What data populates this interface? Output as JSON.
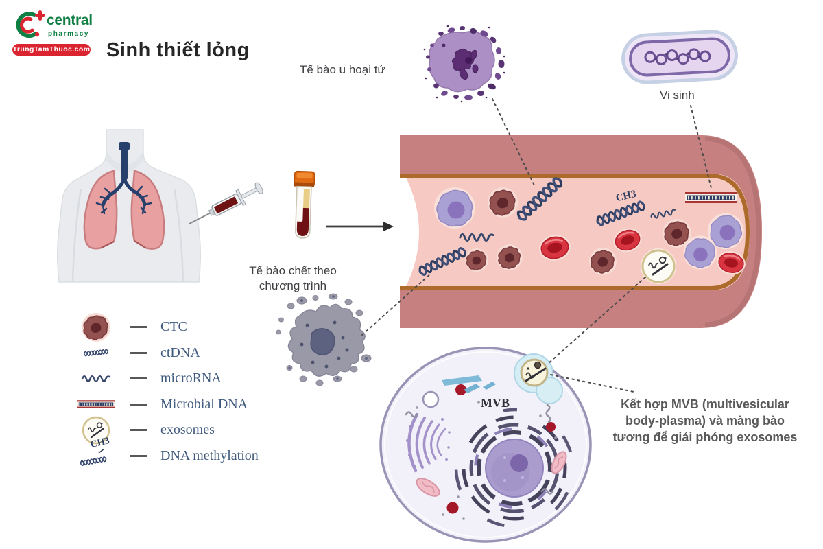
{
  "logo": {
    "brand": "central",
    "tagline": "pharmacy",
    "badge": "TrungTamThuoc.com"
  },
  "title": "Sinh thiết lỏng",
  "annotations": {
    "necrotic_cell": "Tế bào u hoại tử",
    "microbe": "Vi sinh",
    "apoptotic_line1": "Tế bào chết theo",
    "apoptotic_line2": "chương trình",
    "mvb": "MVB",
    "ch3": "CH3",
    "exosome_release_line1": "Kết hợp MVB (multivesicular",
    "exosome_release_line2": "body-plasma) và màng bào",
    "exosome_release_line3": "tương để giải phóng exosomes"
  },
  "legend": {
    "items": [
      {
        "label": "CTC",
        "icon": "ctc-cell-icon"
      },
      {
        "label": "ctDNA",
        "icon": "dna-helix-icon"
      },
      {
        "label": "microRNA",
        "icon": "rna-squiggle-icon"
      },
      {
        "label": "Microbial DNA",
        "icon": "microbial-dna-bar-icon"
      },
      {
        "label": "exosomes",
        "icon": "exosome-icon"
      },
      {
        "label": "DNA methylation",
        "icon": "dna-ch3-icon"
      }
    ]
  },
  "colors": {
    "brand_green": "#0f7f44",
    "brand_red": "#da2430",
    "vessel_wall": "#c5807f",
    "vessel_lining": "#ac6b2b",
    "vessel_lumen": "#f6c9c3",
    "dna_navy": "#2d3d60",
    "legend_text": "#3f5a7d",
    "rbc_red": "#d93540",
    "cell_purple": "#a9a0d4",
    "cell_maroon": "#935150"
  }
}
